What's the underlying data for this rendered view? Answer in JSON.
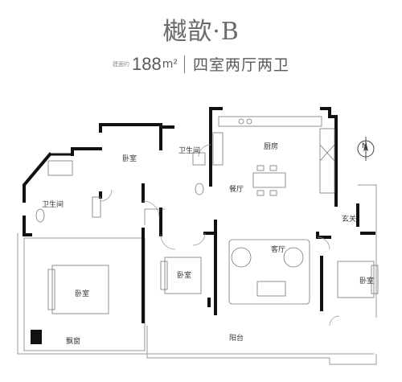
{
  "header": {
    "title": "樾歆·B",
    "area_caption_top": "建面约",
    "area_caption_bottom": "",
    "area_value": "188",
    "area_unit": "m²",
    "layout": "四室两厅两卫"
  },
  "rooms": {
    "bedroom_1": "卧室",
    "bathroom_1": "卫生间",
    "kitchen": "厨房",
    "dining": "餐厅",
    "bathroom_2": "卫生间",
    "master_bedroom": "卧室",
    "bedroom_2": "卧室",
    "living": "客厅",
    "entrance": "玄关",
    "bedroom_3": "卧室",
    "bay_window": "飘窗",
    "balcony": "阳台"
  },
  "compass": {
    "label": "N"
  },
  "colors": {
    "wall": "#111111",
    "line": "#9a9a9a",
    "text": "#333333"
  }
}
